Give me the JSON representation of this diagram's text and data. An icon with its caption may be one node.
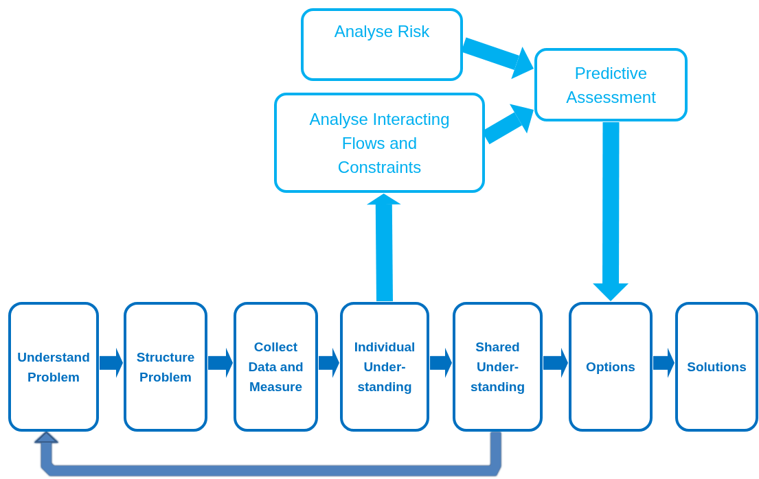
{
  "diagram": {
    "nodes": [
      {
        "text": [
          "Analyse Risk"
        ]
      },
      {
        "text": [
          "Analyse Interacting Flows and Constraints"
        ]
      },
      {
        "text": [
          "Predictive Assessment"
        ]
      },
      {
        "text": [
          "Understand Problem"
        ]
      },
      {
        "text": [
          "Structure Problem"
        ]
      },
      {
        "text": [
          "Collect Data and Measure"
        ]
      },
      {
        "text": [
          "Individual Under- standing"
        ]
      },
      {
        "text": [
          "Shared Under- standing"
        ]
      },
      {
        "text": [
          "Options"
        ]
      },
      {
        "text": [
          "Solutions"
        ]
      }
    ],
    "edges": [
      {
        "from": 0,
        "to": 2,
        "arrow": "to",
        "color": "#00b0f0"
      },
      {
        "from": 1,
        "to": 2,
        "arrow": "to",
        "color": "#00b0f0"
      },
      {
        "from": 2,
        "to": 8,
        "arrow": "to",
        "color": "#00b0f0"
      },
      {
        "from": 6,
        "to": 1,
        "arrow": "to",
        "color": "#00b0f0"
      },
      {
        "from": 3,
        "to": 4,
        "arrow": "to"
      },
      {
        "from": 4,
        "to": 5,
        "arrow": "to"
      },
      {
        "from": 5,
        "to": 6,
        "arrow": "to"
      },
      {
        "from": 6,
        "to": 7,
        "arrow": "to"
      },
      {
        "from": 7,
        "to": 8,
        "arrow": "to"
      },
      {
        "from": 8,
        "to": 9,
        "arrow": "to"
      },
      {
        "from": 7,
        "to": 3,
        "arrow": "to",
        "color": "#4f81bd"
      }
    ]
  }
}
